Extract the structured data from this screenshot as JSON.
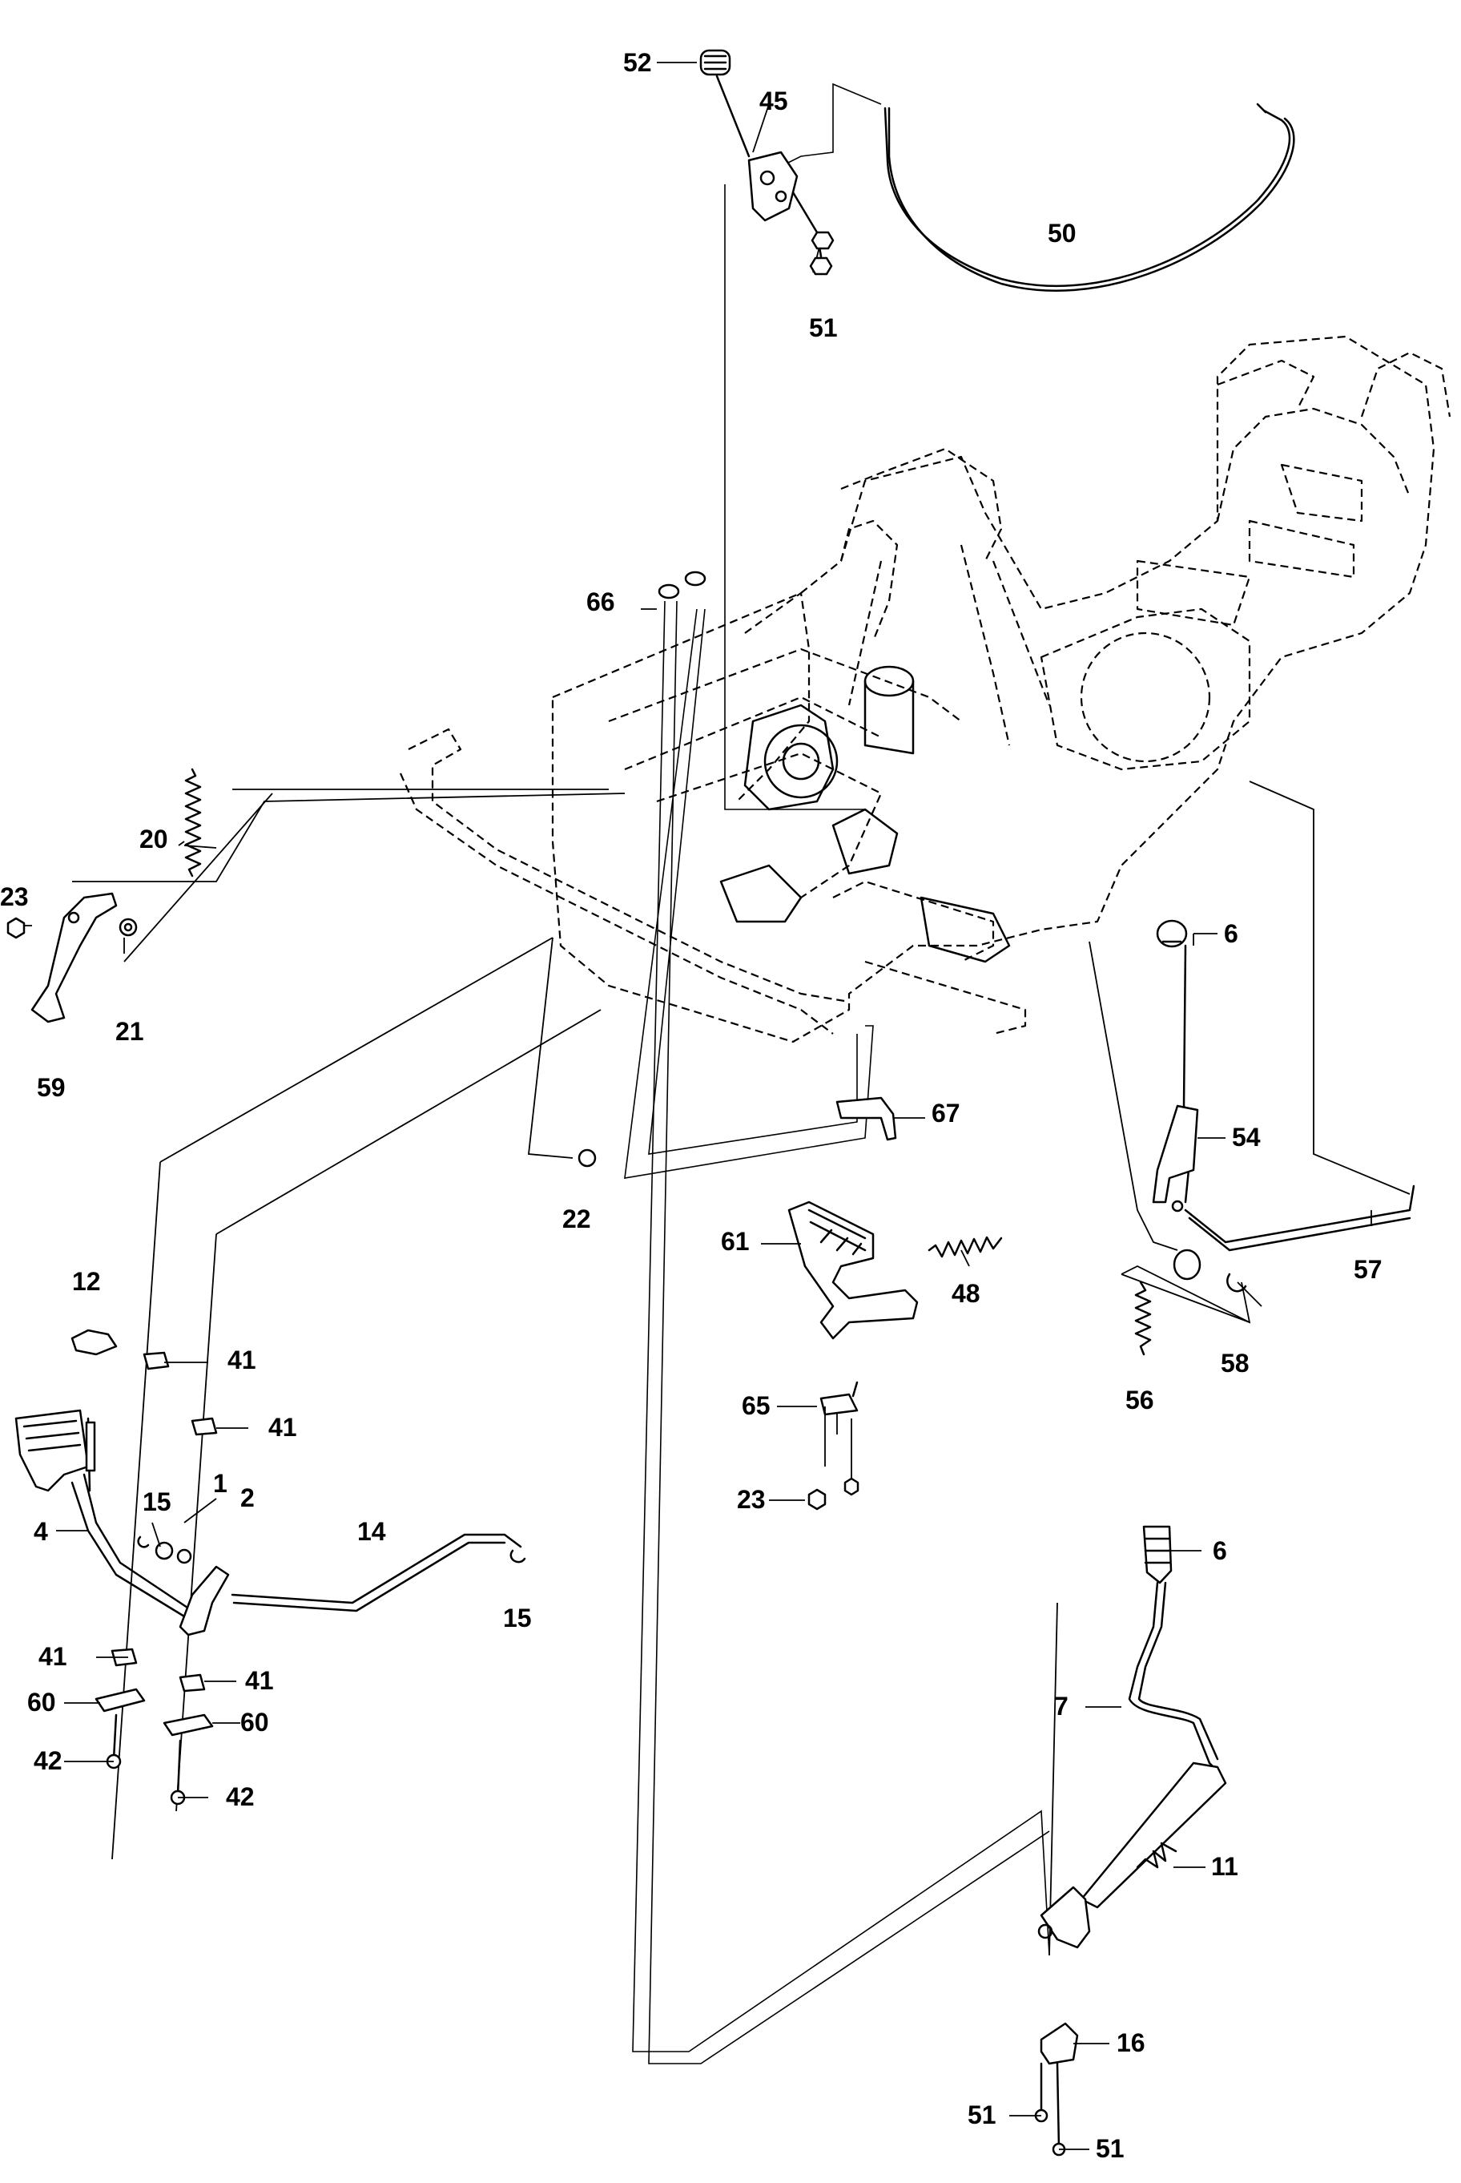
{
  "callouts": [
    {
      "id": "c52",
      "text": "52"
    },
    {
      "id": "c45",
      "text": "45"
    },
    {
      "id": "c50",
      "text": "50"
    },
    {
      "id": "c51a",
      "text": "51"
    },
    {
      "id": "c66",
      "text": "66"
    },
    {
      "id": "c20",
      "text": "20"
    },
    {
      "id": "c23a",
      "text": "23"
    },
    {
      "id": "c21",
      "text": "21"
    },
    {
      "id": "c59",
      "text": "59"
    },
    {
      "id": "c6a",
      "text": "6"
    },
    {
      "id": "c54",
      "text": "54"
    },
    {
      "id": "c67",
      "text": "67"
    },
    {
      "id": "c22",
      "text": "22"
    },
    {
      "id": "c61",
      "text": "61"
    },
    {
      "id": "c48",
      "text": "48"
    },
    {
      "id": "c57",
      "text": "57"
    },
    {
      "id": "c12",
      "text": "12"
    },
    {
      "id": "c41a",
      "text": "41"
    },
    {
      "id": "c56",
      "text": "56"
    },
    {
      "id": "c58",
      "text": "58"
    },
    {
      "id": "c41b",
      "text": "41"
    },
    {
      "id": "c65",
      "text": "65"
    },
    {
      "id": "c1",
      "text": "1"
    },
    {
      "id": "c2",
      "text": "2"
    },
    {
      "id": "c15a",
      "text": "15"
    },
    {
      "id": "c4",
      "text": "4"
    },
    {
      "id": "c14",
      "text": "14"
    },
    {
      "id": "c23b",
      "text": "23"
    },
    {
      "id": "c6b",
      "text": "6"
    },
    {
      "id": "c15b",
      "text": "15"
    },
    {
      "id": "c41c",
      "text": "41"
    },
    {
      "id": "c41d",
      "text": "41"
    },
    {
      "id": "c60a",
      "text": "60"
    },
    {
      "id": "c7",
      "text": "7"
    },
    {
      "id": "c60b",
      "text": "60"
    },
    {
      "id": "c42a",
      "text": "42"
    },
    {
      "id": "c42b",
      "text": "42"
    },
    {
      "id": "c11",
      "text": "11"
    },
    {
      "id": "c16",
      "text": "16"
    },
    {
      "id": "c51b",
      "text": "51"
    },
    {
      "id": "c51c",
      "text": "51"
    }
  ]
}
